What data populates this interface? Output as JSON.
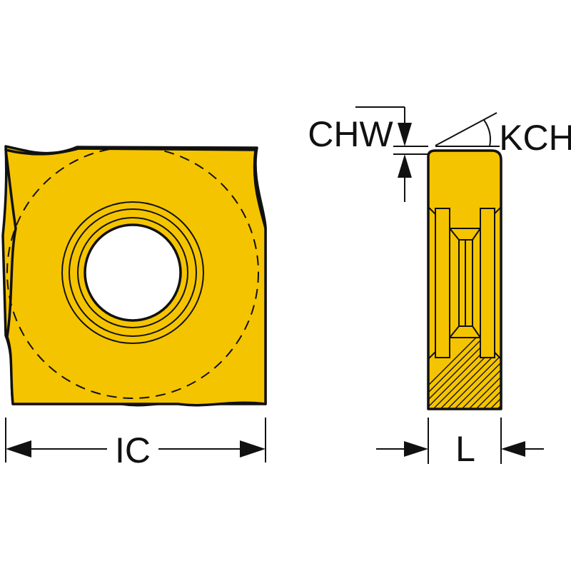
{
  "colors": {
    "insert_fill": "#F5C400",
    "line": "#111111",
    "background": "#FFFFFF"
  },
  "labels": {
    "ic": "IC",
    "l": "L",
    "chw": "CHW",
    "kch": "KCH"
  }
}
